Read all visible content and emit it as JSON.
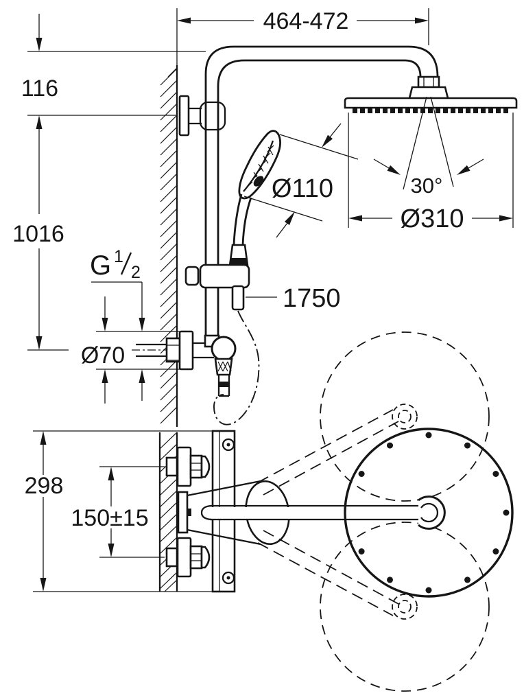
{
  "drawing": {
    "front_view": {
      "dim_width_range": "464-472",
      "dim_wall_to_rail_top": "116",
      "dim_rail_height": "1016",
      "dim_hand_shower_diameter": "Ø110",
      "dim_swivel_angle": "30°",
      "dim_head_diameter": "Ø310",
      "dim_escutcheon_diameter": "Ø70",
      "dim_hose_length": "1750",
      "thread_spec": {
        "prefix": "G",
        "numerator": "1",
        "separator": "/",
        "denominator": "2"
      }
    },
    "plan_view": {
      "dim_depth": "298",
      "dim_inlet_spacing": "150±15"
    }
  }
}
